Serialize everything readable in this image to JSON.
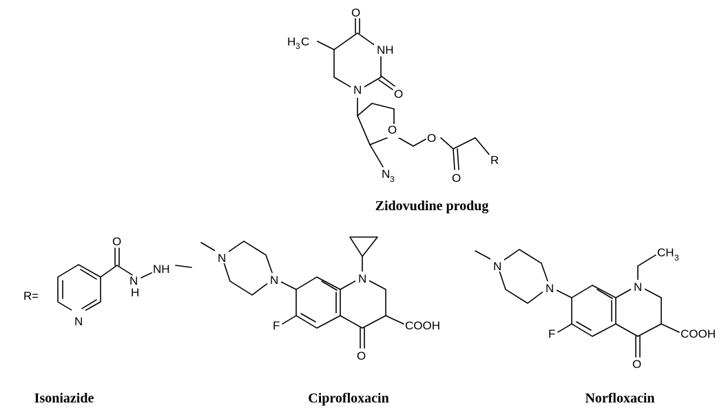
{
  "captions": {
    "zidovudine": "Zidovudine produg",
    "isoniazide": "Isoniazide",
    "ciprofloxacin": "Ciprofloxacin",
    "norfloxacin": "Norfloxacin"
  },
  "atoms": {
    "r_equals": "R=",
    "r": "R",
    "o": "O",
    "n": "N",
    "nh": "NH",
    "h": "H",
    "f": "F",
    "cooh": "COOH",
    "ch": "CH",
    "c": "C",
    "h_letter": "H",
    "n3_n": "N",
    "n3_sub": "3",
    "ch3_sub": "3"
  }
}
